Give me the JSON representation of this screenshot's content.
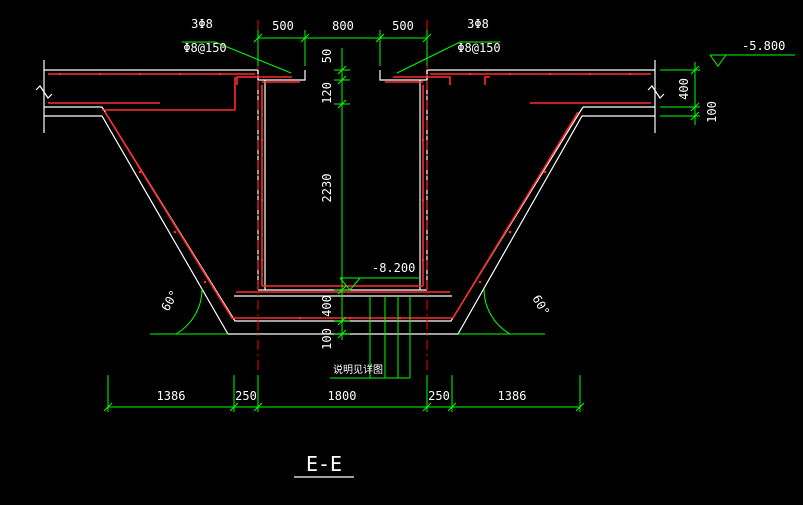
{
  "drawing": {
    "section_title": "E-E",
    "elevation_top": "-5.800",
    "elevation_pit": "-8.200",
    "rebar_left_main": "3Φ8",
    "rebar_left_dist": "Φ8@150",
    "rebar_right_main": "3Φ8",
    "rebar_right_dist": "Φ8@150",
    "dim_top_left": "500",
    "dim_top_mid": "800",
    "dim_top_right": "500",
    "dim_50": "50",
    "dim_120": "120",
    "dim_2230": "2230",
    "dim_400_side": "400",
    "dim_100_side": "100",
    "dim_400_bottom": "400",
    "dim_100_bottom": "100",
    "angle_left": "60°",
    "angle_right": "60°",
    "bottom_note": "说明见详图",
    "dim_bot_1": "1386",
    "dim_bot_2": "250",
    "dim_bot_3": "1800",
    "dim_bot_4": "250",
    "dim_bot_5": "1386"
  },
  "colors": {
    "background": "#000000",
    "concrete": "#ffffff",
    "rebar": "#ff2a2a",
    "dimension": "#00ff00",
    "text": "#ffffff",
    "centerline": "#ff0000"
  }
}
